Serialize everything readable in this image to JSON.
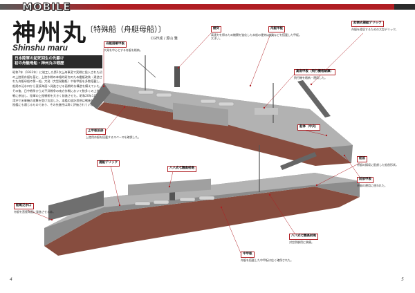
{
  "header": {
    "magazine": "MOBILE"
  },
  "title": {
    "main": "神州丸",
    "sub": "〔特殊船（舟艇母船）〕",
    "romaji": "Shinshu maru",
    "credit": "CG作成 / 源山 雅"
  },
  "intro": {
    "heading_1": "日本陸軍の起死回生の先駆け",
    "heading_2": "初の舟艇母船・神州丸の戦歴",
    "body": "昭和7年（1932年）に竣工した第1次上海事変で実戦に投入された初の上陸用舟艇を基に、上陸作戦の本格的研究のため艦艇改装・建造された舟艇母船の第一船。大発（大型発動艇）や装甲艇を多数搭載し、船尾の泛水口から直接海面へ発進させる画期的な構造を備えていた。その後、日中戦争から太平洋戦争の南方作戦において数多くの上陸作戦に参加し、陸軍の上陸戦術を大きく前進させた。昭和20年1月、台湾沖で米軍機の攻撃を受け沈没した。本艦の設計思想は戦後各国の揚陸艦にも通じるものであり、その先進性は高く評価されている。"
  },
  "callouts": [
    {
      "label": "舟艇搭載甲板",
      "desc": "大発を中心とする舟艇を格納。"
    },
    {
      "label": "煙突",
      "desc": "高速力を得るため機関を強化した本船の煙突は太く大きい。"
    },
    {
      "label": "舟艇甲板",
      "desc": "大発などを搭載した甲板。"
    },
    {
      "label": "起倒式揚艇デリック",
      "desc": "舟艇を揚収するための大型デリック。"
    },
    {
      "label": "高角甲板（飛行機格納庫）",
      "desc": "飛行機を格納・運用した。"
    },
    {
      "label": "上甲板前部",
      "desc": "上陸用舟艇を搭載するスペースを確保した。"
    },
    {
      "label": "船体（中央）",
      "desc": ""
    },
    {
      "label": "揚艇デリック",
      "desc": ""
    },
    {
      "label": "八八式七糎高射砲",
      "desc": ""
    },
    {
      "label": "船首",
      "desc": "舟艇の揚収に配慮した船首形状。"
    },
    {
      "label": "前部甲板",
      "desc": "舟艇の運用に使われた。"
    },
    {
      "label": "船尾泛水口",
      "desc": "舟艇を直接海面に発進させる扉。"
    },
    {
      "label": "八八式七糎高射砲",
      "desc": "対空防御用に装備。"
    },
    {
      "label": "中甲板",
      "desc": "舟艇を搭載した中甲板は広く確保された。"
    }
  ],
  "pages": {
    "left": "4",
    "right": "5"
  },
  "colors": {
    "accent": "#b01e23",
    "hull": "#8a8a8a",
    "hull_lower": "#7a3a2a"
  }
}
